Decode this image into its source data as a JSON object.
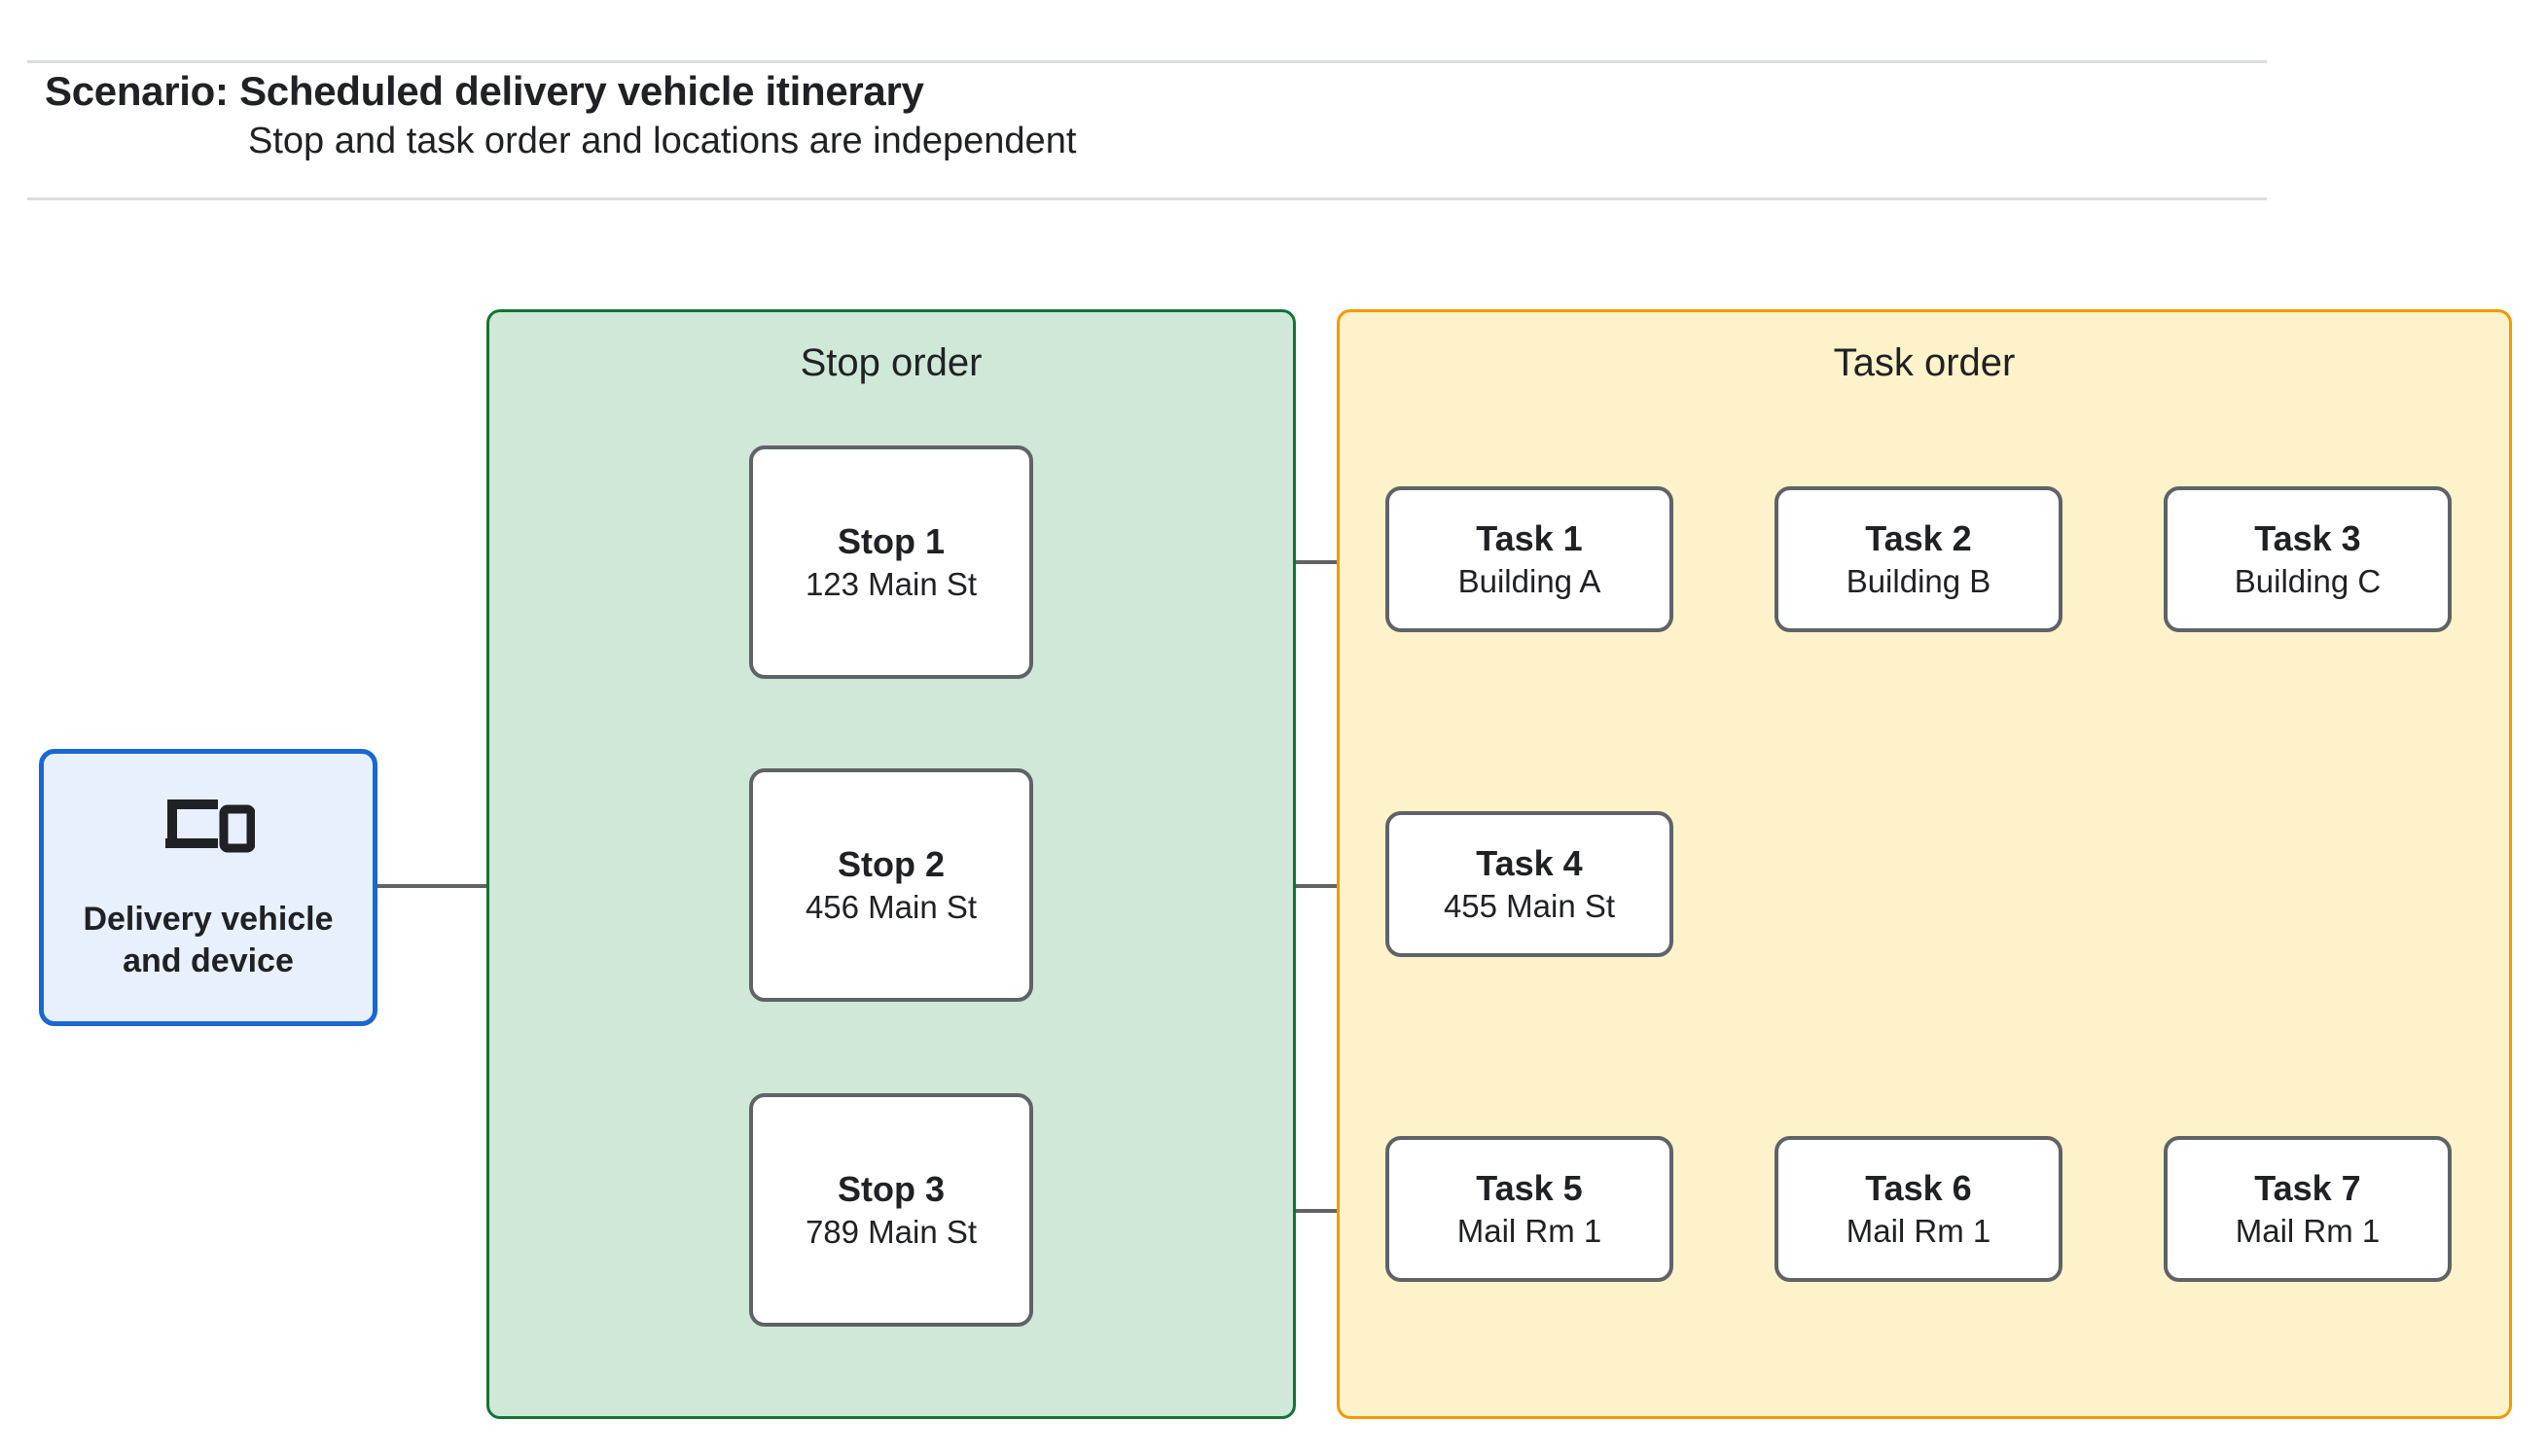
{
  "header": {
    "title": "Scenario: Scheduled delivery vehicle itinerary",
    "subtitle": "Stop and task order and locations are independent"
  },
  "device": {
    "icon": "devices-icon",
    "label_line1": "Delivery vehicle",
    "label_line2": "and device"
  },
  "panels": {
    "stop_order": {
      "title": "Stop order",
      "fill": "#cfe8d7",
      "border": "#137333"
    },
    "task_order": {
      "title": "Task order",
      "fill": "#fdf2c9",
      "border": "#f29900"
    }
  },
  "stops": [
    {
      "title": "Stop 1",
      "location": "123 Main St"
    },
    {
      "title": "Stop 2",
      "location": "456 Main St"
    },
    {
      "title": "Stop 3",
      "location": "789 Main St"
    }
  ],
  "task_rows": [
    {
      "tasks": [
        {
          "title": "Task 1",
          "location": "Building A"
        },
        {
          "title": "Task 2",
          "location": "Building B"
        },
        {
          "title": "Task 3",
          "location": "Building C"
        }
      ]
    },
    {
      "tasks": [
        {
          "title": "Task 4",
          "location": "455 Main St"
        }
      ]
    },
    {
      "tasks": [
        {
          "title": "Task 5",
          "location": "Mail Rm 1"
        },
        {
          "title": "Task 6",
          "location": "Mail Rm 1"
        },
        {
          "title": "Task 7",
          "location": "Mail Rm 1"
        }
      ]
    }
  ],
  "colors": {
    "connector": "#5f6368",
    "node_border": "#5f6368",
    "device_border": "#1967d2",
    "device_fill": "#e8f0fe",
    "rule": "#dadce0",
    "text": "#202124"
  }
}
